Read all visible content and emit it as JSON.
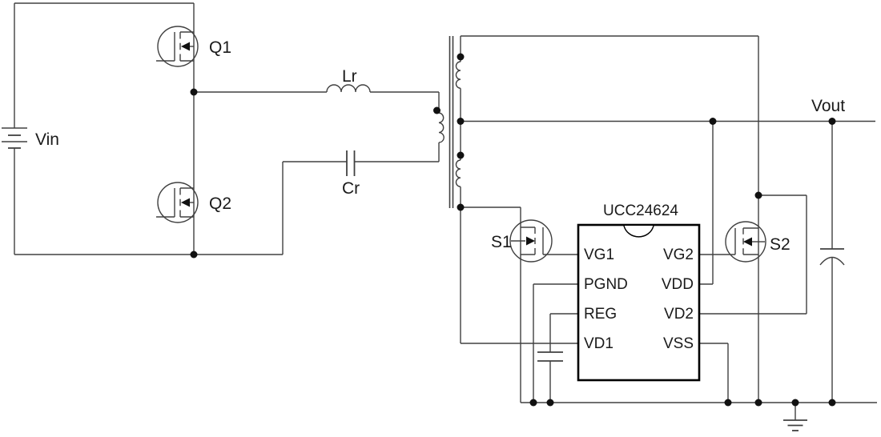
{
  "schematic": {
    "source_label": "Vin",
    "primary_switches": {
      "q1": "Q1",
      "q2": "Q2"
    },
    "resonant": {
      "inductor": "Lr",
      "capacitor": "Cr"
    },
    "sync_rectifiers": {
      "s1": "S1",
      "s2": "S2"
    },
    "output_label": "Vout",
    "ic": {
      "part_number": "UCC24624",
      "left_pins": [
        "VG1",
        "PGND",
        "REG",
        "VD1"
      ],
      "right_pins": [
        "VG2",
        "VDD",
        "VD2",
        "VSS"
      ]
    },
    "colors": {
      "wire": "#404040",
      "text": "#1a1a1a",
      "ic_border": "#000000",
      "background": "#ffffff"
    }
  }
}
